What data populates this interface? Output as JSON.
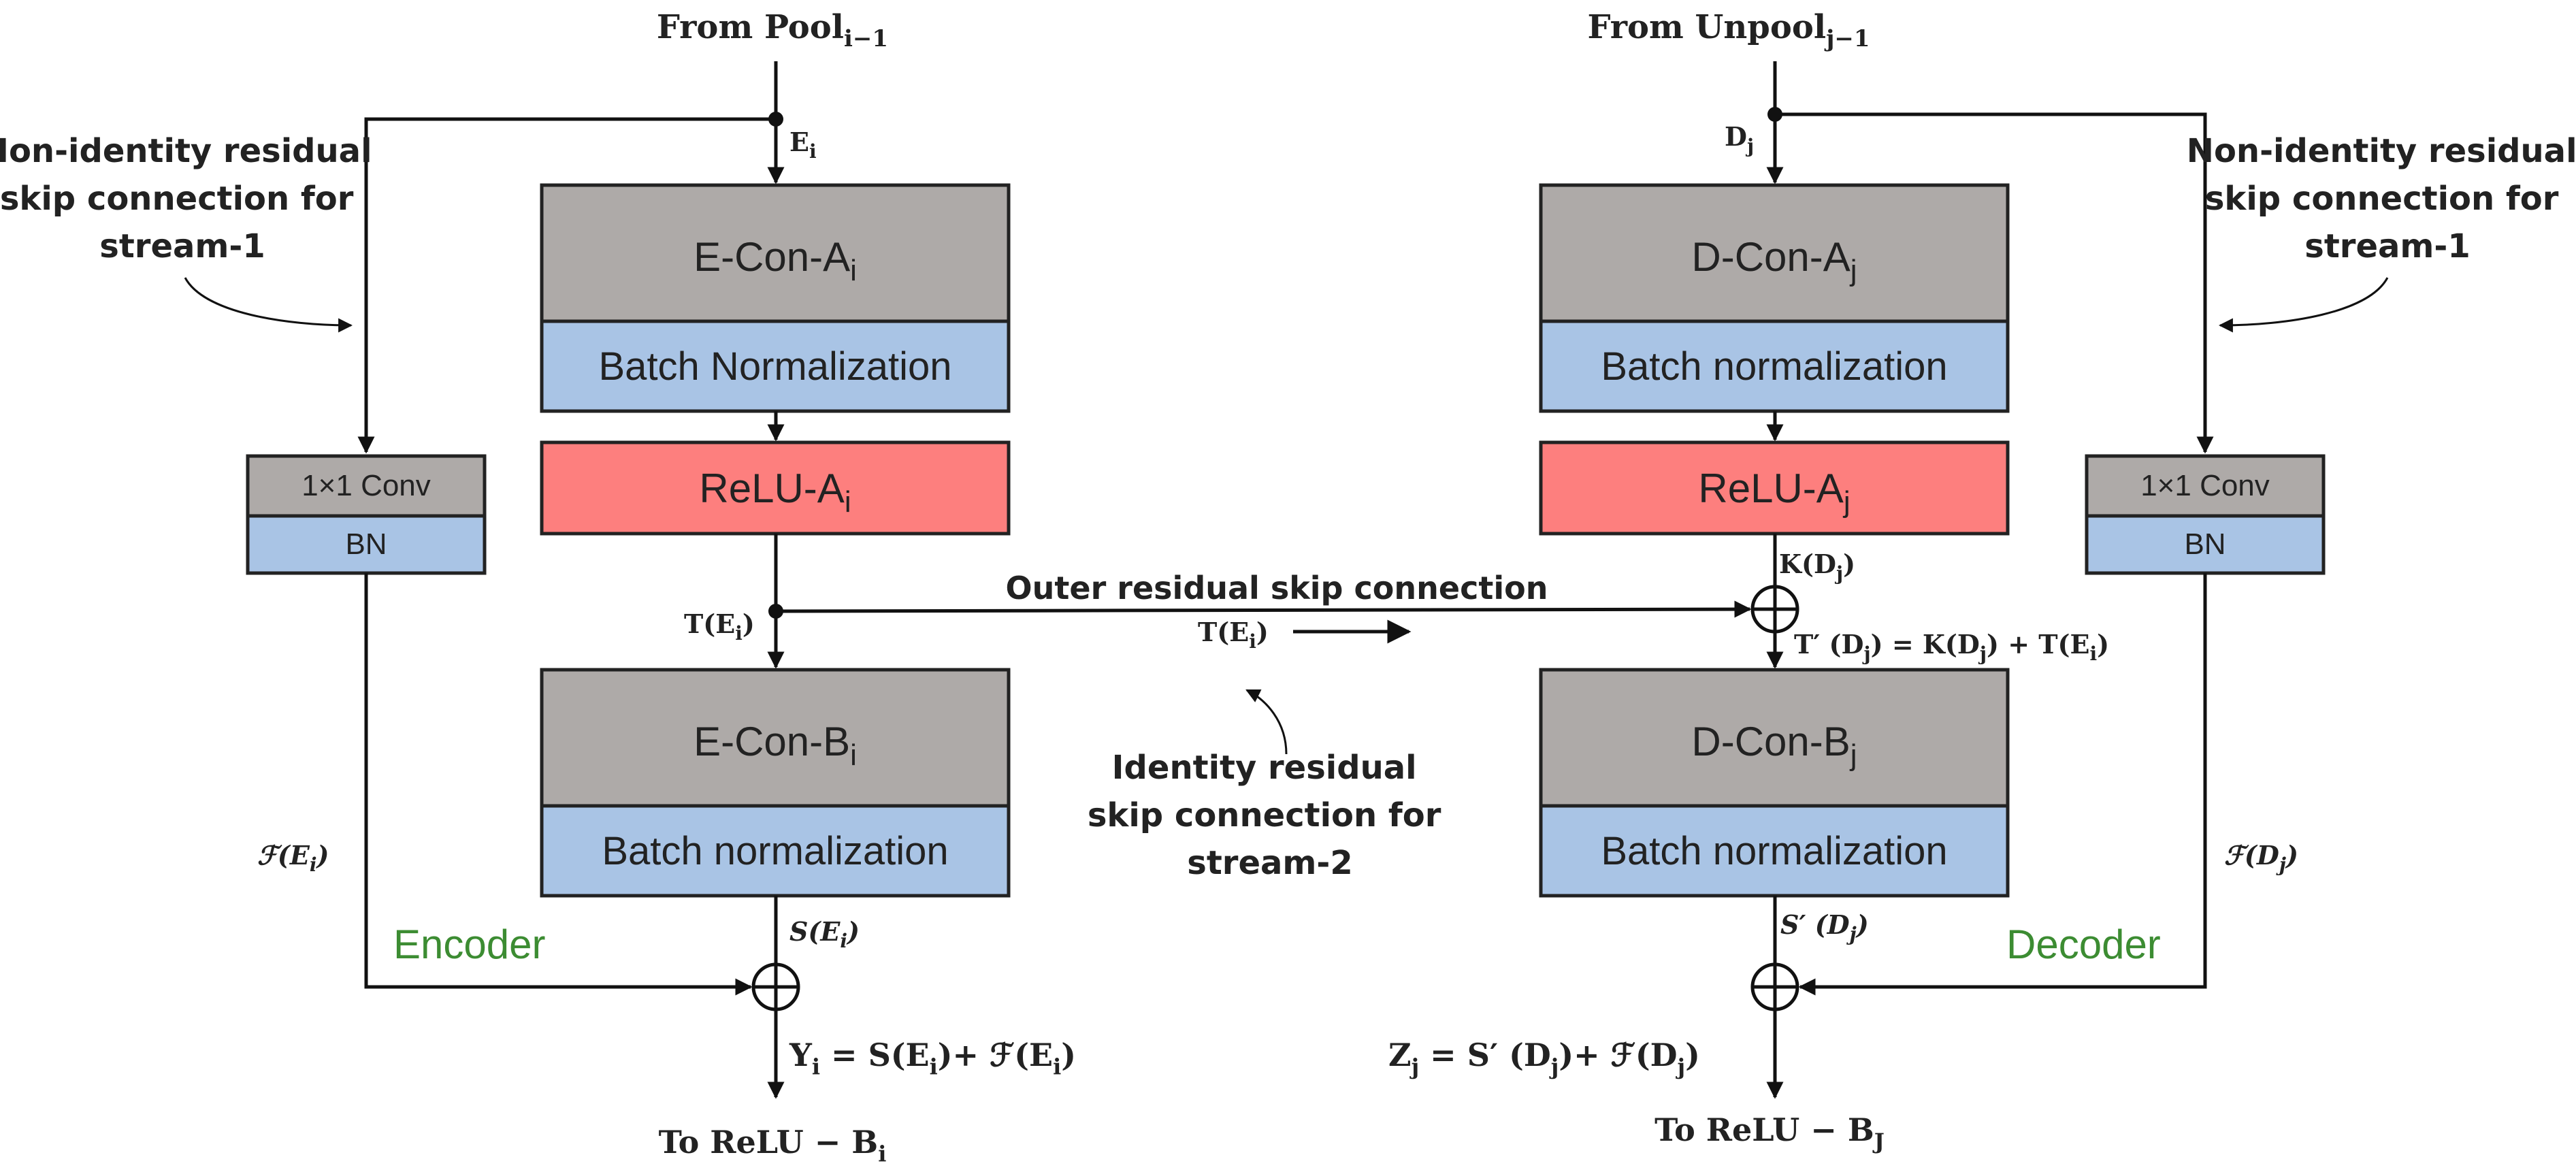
{
  "colors": {
    "conv_block": "#aeaaa8",
    "norm_block": "#a9c4e5",
    "relu_block": "#fd7f7e",
    "section_label": "#3c8c32",
    "line": "#111111"
  },
  "encoder": {
    "input_prefix": "From Pool",
    "input_sub": "i−1",
    "input_var": "E",
    "input_var_sub": "i",
    "conv_a": "E-Con-A",
    "conv_a_sub": "i",
    "bn_a": "Batch Normalization",
    "relu_a": "ReLU-A",
    "relu_a_sub": "i",
    "t_label": "T(E",
    "t_label_sub": "i",
    "conv_b": "E-Con-B",
    "conv_b_sub": "i",
    "bn_b": "Batch normalization",
    "s_label": "S(E",
    "s_label_sub": "i",
    "f_label": "ℱ(E",
    "f_label_sub": "i",
    "section": "Encoder",
    "skip_note_lines": [
      "Non-identity residual",
      "skip connection for",
      "stream-1"
    ],
    "skip_conv": "1×1 Conv",
    "skip_bn": "BN",
    "output_eq": "Y",
    "output_eq_sub": "i",
    "output_eq_rest": " = S(E",
    "output_eq_rest_sub": "i",
    "output_eq_tail": ")+ ℱ(E",
    "output_eq_tail_sub": "i",
    "output_dest": "To  ReLU − B",
    "output_dest_sub": "i"
  },
  "decoder": {
    "input_prefix": "From Unpool",
    "input_sub": "j−1",
    "input_var": "D",
    "input_var_sub": "j",
    "conv_a": "D-Con-A",
    "conv_a_sub": "j",
    "bn_a": "Batch normalization",
    "relu_a": "ReLU-A",
    "relu_a_sub": "j",
    "k_label": "K(D",
    "k_label_sub": "j",
    "t_prime_eq": "T′ (D",
    "t_prime_eq_sub": "j",
    "t_prime_eq_mid": ") = K(D",
    "t_prime_eq_mid_sub": "j",
    "t_prime_eq_tail": ") + T(E",
    "t_prime_eq_tail_sub": "i",
    "conv_b": "D-Con-B",
    "conv_b_sub": "j",
    "bn_b": "Batch normalization",
    "s_label": "S′ (D",
    "s_label_sub": "j",
    "f_label": "ℱ(D",
    "f_label_sub": "j",
    "section": "Decoder",
    "skip_note_lines": [
      "Non-identity residual",
      "skip connection for",
      "stream-1"
    ],
    "skip_conv": "1×1 Conv",
    "skip_bn": "BN",
    "output_eq": "Z",
    "output_eq_sub": "j",
    "output_eq_rest": " = S′ (D",
    "output_eq_rest_sub": "j",
    "output_eq_tail": ")+ ℱ(D",
    "output_eq_tail_sub": "j",
    "output_dest": "To  ReLU − B",
    "output_dest_sub": "J"
  },
  "middle": {
    "outer_title": "Outer residual skip connection",
    "carry_label": "T(E",
    "carry_label_sub": "i",
    "identity_note_lines": [
      "Identity  residual",
      "skip connection for",
      "stream-2"
    ]
  }
}
